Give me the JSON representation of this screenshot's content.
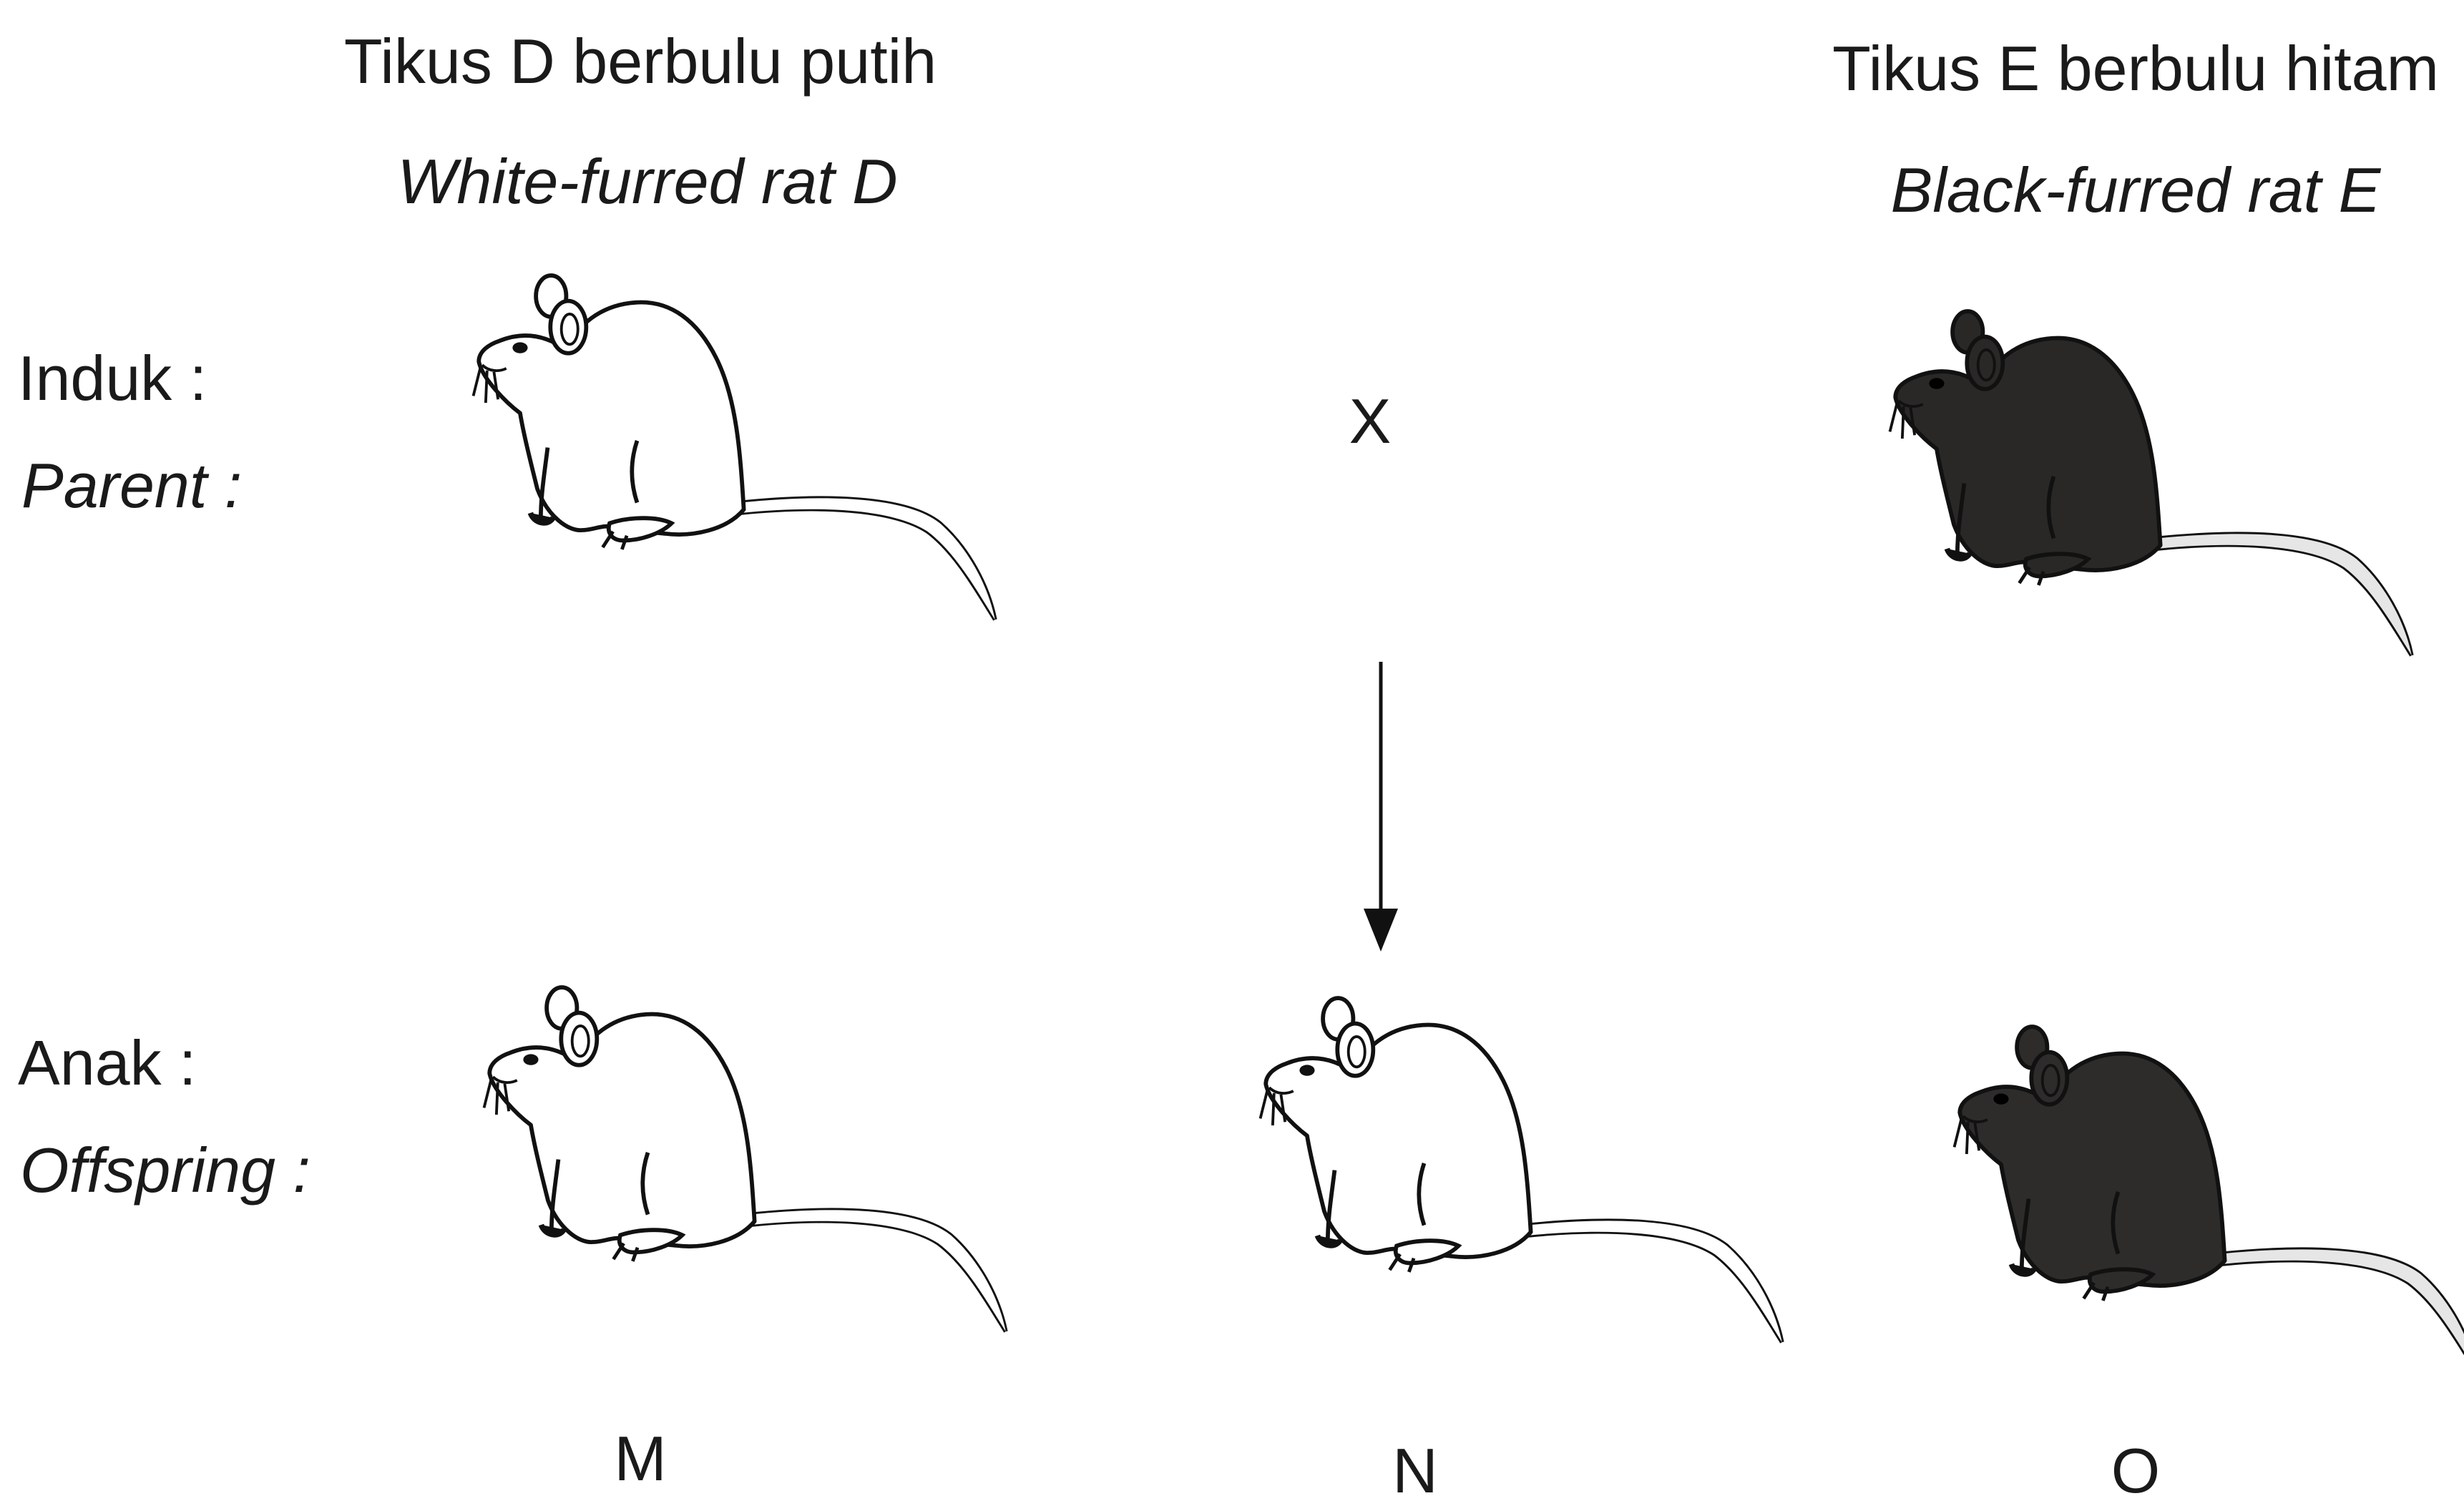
{
  "parents": {
    "rat_d": {
      "label_ms": "Tikus D berbulu putih",
      "label_en": "White-furred rat D",
      "fur": "white"
    },
    "rat_e": {
      "label_ms": "Tikus E berbulu hitam",
      "label_en": "Black-furred rat E",
      "fur": "black"
    }
  },
  "rows": {
    "parent_label_ms": "Induk :",
    "parent_label_en": "Parent :",
    "offspring_label_ms": "Anak :",
    "offspring_label_en": "Offspring :"
  },
  "cross_symbol": "X",
  "offspring": [
    {
      "letter": "M",
      "fur": "white"
    },
    {
      "letter": "N",
      "fur": "white"
    },
    {
      "letter": "O",
      "fur": "black"
    }
  ],
  "colors": {
    "black_fur": "#2a2826",
    "white_fur": "#ffffff",
    "outline": "#111111"
  }
}
